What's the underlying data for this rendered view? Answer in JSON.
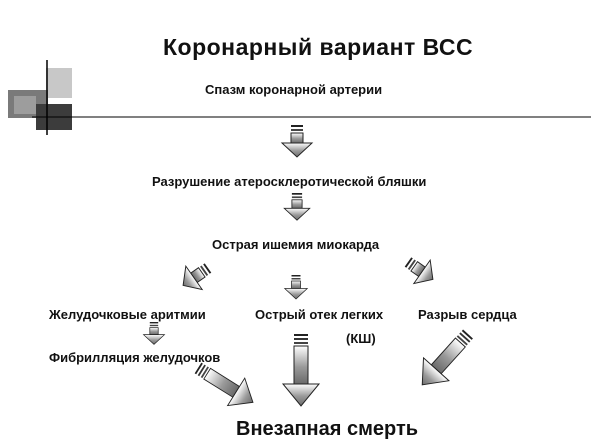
{
  "title": "Коронарный  вариант  ВСС",
  "nodes": {
    "spasm": "Спазм коронарной артерии",
    "plaque": "Разрушение атеросклеротической бляшки",
    "ischemia": "Острая ишемия миокарда",
    "arrhythmia": "Желудочковые  аритмии",
    "edema": "Острый отек легких",
    "edema_note": "(КШ)",
    "rupture": "Разрыв сердца",
    "fibrillation": "Фибрилляция  желудочков",
    "death": "Внезапная смерть"
  },
  "icons": [
    "slide-corner-decor-icon",
    "down-arrow-icon",
    "diagonal-arrow-icon"
  ]
}
